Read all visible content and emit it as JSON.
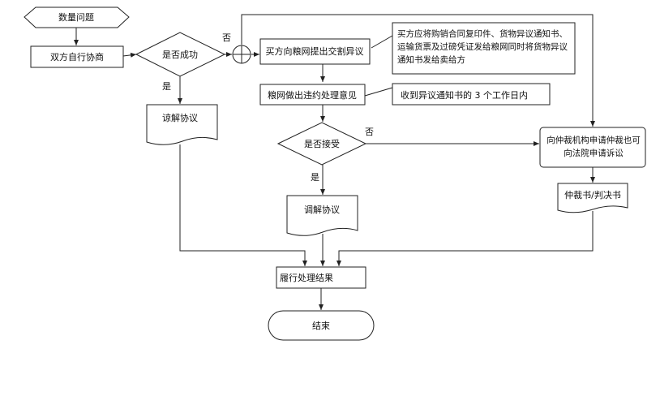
{
  "nodes": {
    "start": "数量问题",
    "negotiate": "双方自行协商",
    "success_q": "是否成功",
    "buyer_objection": "买方向粮网提出交割异议",
    "buyer_docs_note": "买方应将购销合同复印件、货物异议通知书、运输货票及过磅凭证发给粮网同时将货物异议通知书发给卖给方",
    "grain_net_opinion": "粮网做出违约处理意见",
    "within_days_note": "收到异议通知书的 3 个工作日内",
    "accept_q": "是否接受",
    "settle_agreement_left": "谅解协议",
    "mediation_agreement": "调解协议",
    "arbitration": "向仲裁机构申请仲裁也可向法院申请诉讼",
    "award": "仲裁书/判决书",
    "perform": "履行处理结果",
    "end": "结束"
  },
  "edge_labels": {
    "success_no": "否",
    "success_yes": "是",
    "accept_no": "否",
    "accept_yes": "是"
  }
}
